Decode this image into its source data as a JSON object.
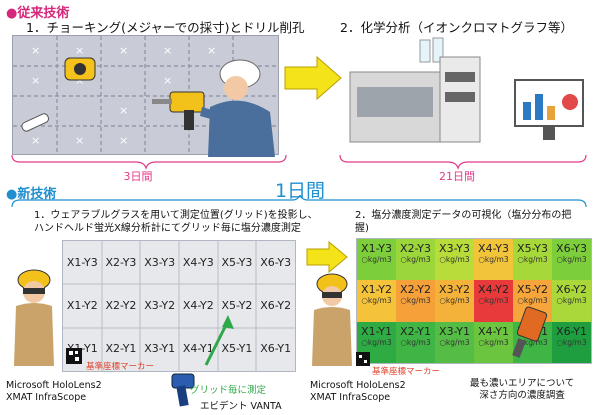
{
  "conventional": {
    "section_label": "●従来技術",
    "step1": "1．チョーキング(メジャーでの採寸)とドリル削孔",
    "step2": "2．化学分析（イオンクロマトグラフ等）",
    "duration1": "3日間",
    "duration2": "21日間",
    "grid_mark": "×"
  },
  "new": {
    "section_label": "●新技術",
    "total_duration": "1日間",
    "step1": "1．ウェアラブルグラスを用いて測定位置(グリッド)を投影し、ハンドヘルド蛍光X線分析計にてグリッド毎に塩分濃度測定",
    "step2": "2．塩分濃度測定データの可視化（塩分分布の把握)",
    "grid_rows": [
      [
        "X1-Y3",
        "X2-Y3",
        "X3-Y3",
        "X4-Y3",
        "X5-Y3",
        "X6-Y3"
      ],
      [
        "X1-Y2",
        "X2-Y2",
        "X3-Y2",
        "X4-Y2",
        "X5-Y2",
        "X6-Y2"
      ],
      [
        "X1-Y1",
        "X2-Y1",
        "X3-Y1",
        "X4-Y1",
        "X5-Y1",
        "X6-Y1"
      ]
    ],
    "heat_unit": "○kg/m3",
    "heat_colors": [
      [
        "#7ccf3a",
        "#9bd63a",
        "#b8dc3a",
        "#f2c43a",
        "#a6d83a",
        "#7ccf3a"
      ],
      [
        "#f5c33a",
        "#f6a03a",
        "#f4b23a",
        "#e83a3a",
        "#f5a53a",
        "#aad83a"
      ],
      [
        "#2eab43",
        "#3fb545",
        "#55bd45",
        "#6cc53f",
        "#3fb545",
        "#1e9e3e"
      ]
    ],
    "marker_label_left": "基準座標マーカー",
    "marker_label_right": "基準座標マーカー",
    "device_left": "Microsoft HoloLens2\nXMAT InfraScope",
    "device_right": "Microsoft HoloLens2\nXMAT InfraScope",
    "per_grid_label": "グリッド毎に測定",
    "analyzer_label": "エビデント VANTA",
    "deep_survey": "最も濃いエリアについて\n深さ方向の濃度調査"
  }
}
